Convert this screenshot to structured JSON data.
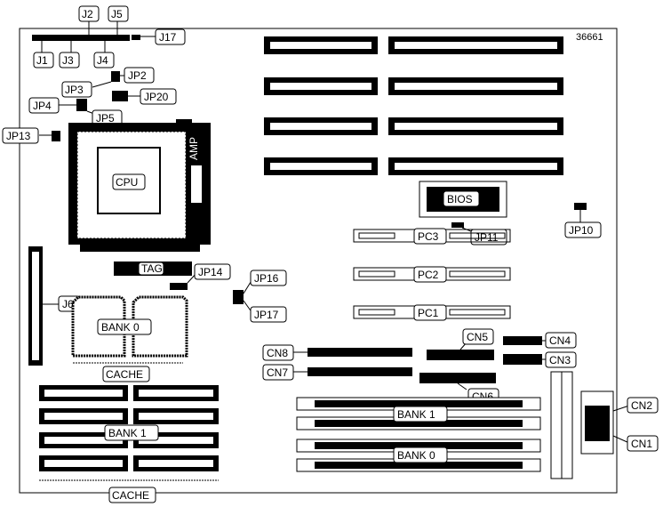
{
  "figure_id": "36661",
  "labels": {
    "j1": "J1",
    "j2": "J2",
    "j3": "J3",
    "j4": "J4",
    "j5": "J5",
    "j17": "J17",
    "jp2": "JP2",
    "jp3": "JP3",
    "jp4": "JP4",
    "jp5": "JP5",
    "jp10": "JP10",
    "jp11": "JP11",
    "jp13": "JP13",
    "jp14": "JP14",
    "jp16": "JP16",
    "jp17": "JP17",
    "jp20": "JP20",
    "cpu": "CPU",
    "amp": "AMP",
    "tag": "TAG",
    "j6": "J6",
    "bank0_cache": "BANK 0",
    "cache_top": "CACHE",
    "bank1_cache": "BANK 1",
    "cache_bottom": "CACHE",
    "bios": "BIOS",
    "pc1": "PC1",
    "pc2": "PC2",
    "pc3": "PC3",
    "cn1": "CN1",
    "cn2": "CN2",
    "cn3": "CN3",
    "cn4": "CN4",
    "cn5": "CN5",
    "cn6": "CN6",
    "cn7": "CN7",
    "cn8": "CN8",
    "bank1_simm": "BANK 1",
    "bank0_simm": "BANK 0"
  }
}
